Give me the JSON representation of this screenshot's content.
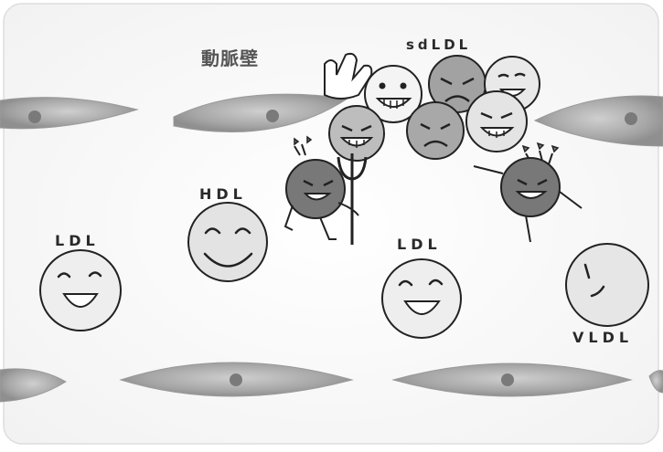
{
  "title": "動脈壁",
  "labels": {
    "sdldl": "sdLDL",
    "hdl": "HDL",
    "ldl_left": "LDL",
    "ldl_right": "LDL",
    "vldl": "VLDL"
  },
  "colors": {
    "cell": "#a6a6a6",
    "cell_nucleus": "#7a7a7a",
    "smile_face": "#eeeeee",
    "devil_body": "#787878",
    "sdldl_light": "#e9e9e9",
    "sdldl_dark": "#a2a2a2",
    "outline": "#222222"
  },
  "icons": [
    "smiling-ldl-face-icon",
    "smiling-hdl-face-icon",
    "vldl-face-icon",
    "devil-sdldl-icon",
    "trident-icon"
  ]
}
